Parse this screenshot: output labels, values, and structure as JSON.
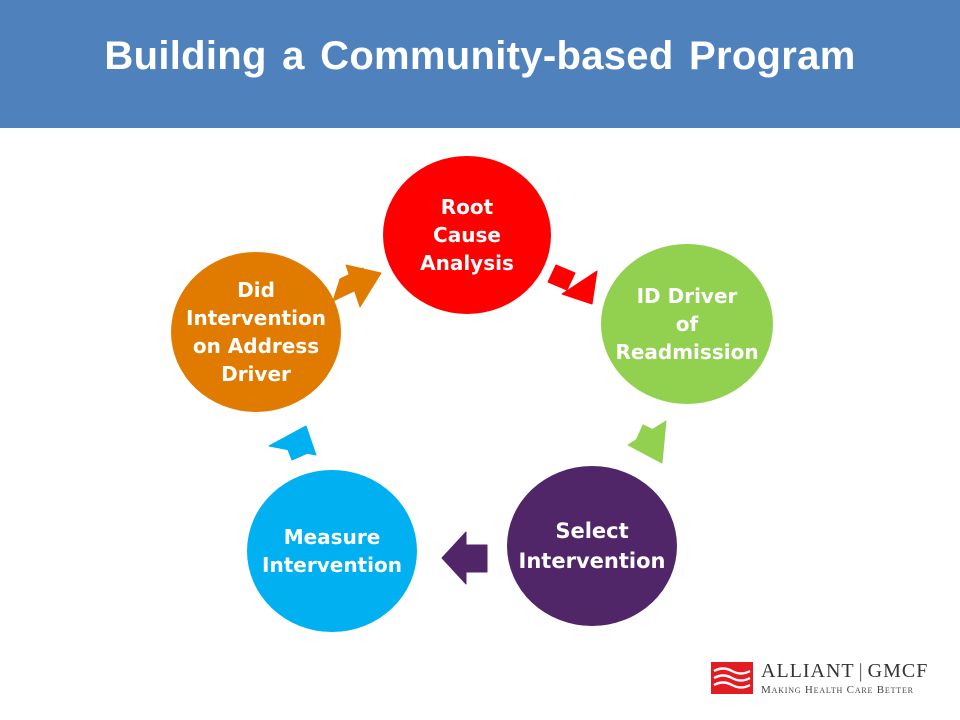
{
  "header": {
    "title": "Building a Community-based Program",
    "background": "#4f81bd"
  },
  "nodes": [
    {
      "id": "root-cause",
      "label": "Root\nCause\nAnalysis",
      "color": "#ff0000"
    },
    {
      "id": "id-driver",
      "label": "ID Driver\nof\nReadmission",
      "color": "#92d050"
    },
    {
      "id": "select",
      "label": "Select\nIntervention",
      "color": "#512669"
    },
    {
      "id": "measure",
      "label": "Measure\nIntervention",
      "color": "#00b0f0"
    },
    {
      "id": "did-intervention",
      "label": "Did\nIntervention\non Address\nDriver",
      "color": "#e07b00"
    }
  ],
  "arrows": [
    {
      "from": "did-intervention",
      "to": "root-cause",
      "color": "#e07b00"
    },
    {
      "from": "root-cause",
      "to": "id-driver",
      "color": "#ff0000"
    },
    {
      "from": "id-driver",
      "to": "select",
      "color": "#92d050"
    },
    {
      "from": "select",
      "to": "measure",
      "color": "#512669"
    },
    {
      "from": "measure",
      "to": "did-intervention",
      "color": "#00b0f0"
    }
  ],
  "logo": {
    "org_left": "ALLIANT",
    "separator": "|",
    "org_right": "GMCF",
    "tagline": "Making Health Care Better",
    "mark_color": "#e31b23"
  }
}
